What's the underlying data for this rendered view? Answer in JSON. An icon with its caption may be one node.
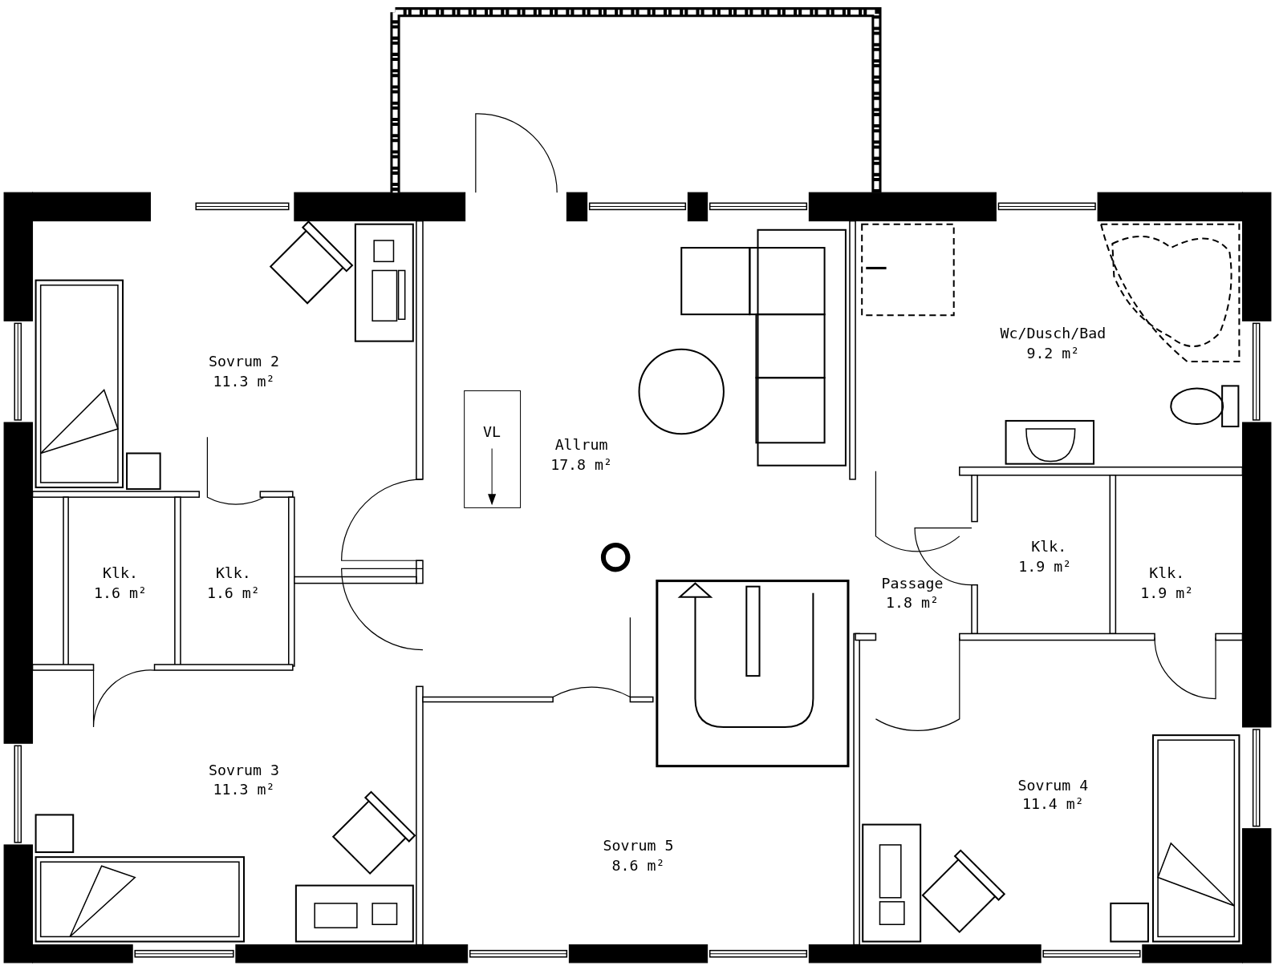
{
  "diagram": {
    "labels": [
      "Wc/Dusch/Bad",
      "9.2 m²",
      "Sovrum 2",
      "11.3 m²",
      "VL",
      "Allrum",
      "17.8 m²",
      "Klk.",
      "1.9 m²",
      "Klk.",
      "1.6 m²",
      "Klk.",
      "1.6 m²",
      "Klk.",
      "1.9 m²",
      "Passage",
      "1.8 m²",
      "Sovrum 3",
      "11.3 m²",
      "Sovrum 4",
      "11.4 m²",
      "Sovrum 5",
      "8.6 m²"
    ]
  }
}
